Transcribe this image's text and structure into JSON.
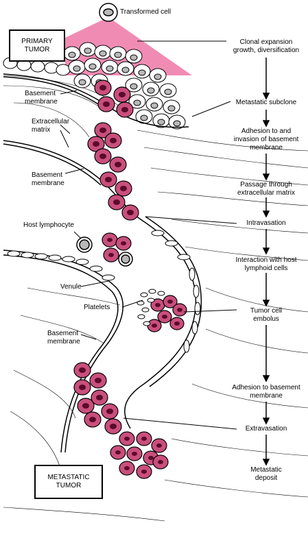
{
  "labels": {
    "transformed_cell": "Transformed cell",
    "primary_tumor_l1": "PRIMARY",
    "primary_tumor_l2": "TUMOR",
    "metastatic_tumor_l1": "METASTATIC",
    "metastatic_tumor_l2": "TUMOR",
    "basement_membrane_1_l1": "Basement",
    "basement_membrane_1_l2": "membrane",
    "extracellular_matrix_l1": "Extracellular",
    "extracellular_matrix_l2": "matrix",
    "basement_membrane_2_l1": "Basement",
    "basement_membrane_2_l2": "membrane",
    "host_lymphocyte": "Host lymphocyte",
    "venule": "Venule",
    "platelets": "Platelets",
    "basement_membrane_3_l1": "Basement",
    "basement_membrane_3_l2": "membrane"
  },
  "steps": [
    {
      "l1": "Clonal expansion",
      "l2": "growth, diversification"
    },
    {
      "l1": "Metastatic subclone",
      "l2": ""
    },
    {
      "l1": "Adhesion to and",
      "l2": "invasion of basement",
      "l3": "membrane"
    },
    {
      "l1": "Passage through",
      "l2": "extracellular matrix"
    },
    {
      "l1": "Intravasation",
      "l2": ""
    },
    {
      "l1": "Interaction with host",
      "l2": "lymphoid cells"
    },
    {
      "l1": "Tumor cell",
      "l2": "embolus"
    },
    {
      "l1": "Adhesion to basement",
      "l2": "membrane"
    },
    {
      "l1": "Extravasation",
      "l2": ""
    },
    {
      "l1": "Metastatic",
      "l2": "deposit"
    }
  ],
  "colors": {
    "tumor_cell_fill": "#c94f7c",
    "tumor_nucleus": "#5a0a2a",
    "pink_wedge": "#f08cb4",
    "outline": "#000000",
    "normal_nucleus": "#b8b8b8"
  }
}
